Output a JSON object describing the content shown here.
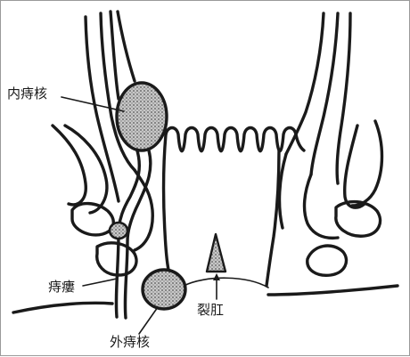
{
  "labels": {
    "internal_hemorrhoid": "内痔核",
    "anal_fistula": "痔瘻",
    "external_hemorrhoid": "外痔核",
    "anal_fissure": "裂肛"
  },
  "colors": {
    "ink": "#1a1a1a",
    "lesion_fill": "#bdbdbd",
    "background": "#ffffff",
    "frame": "#9a9a9a"
  }
}
